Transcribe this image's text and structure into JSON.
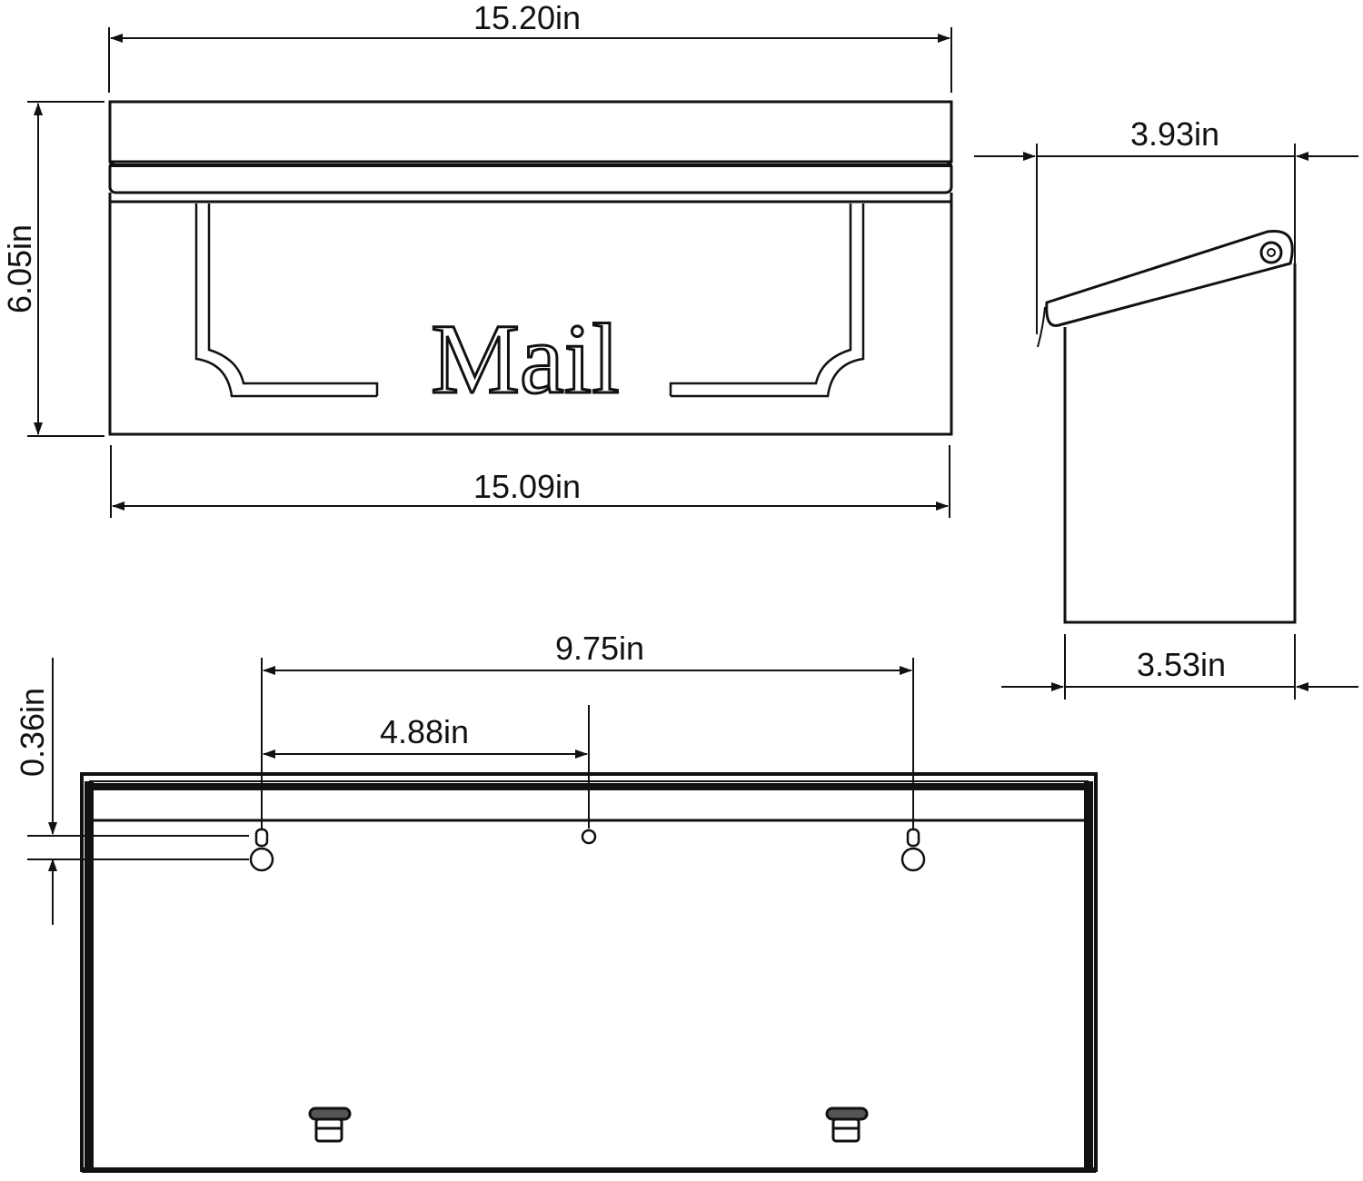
{
  "diagram": {
    "subject": "Wall-mounted mailbox dimension drawing",
    "colors": {
      "line": "#111111",
      "background": "#ffffff"
    },
    "front_view": {
      "label_text": "Mail",
      "dimensions": {
        "top_width": "15.20in",
        "height": "6.05in",
        "bottom_width": "15.09in"
      }
    },
    "side_view": {
      "dimensions": {
        "top_depth": "3.93in",
        "bottom_depth": "3.53in"
      }
    },
    "back_view": {
      "dimensions": {
        "keyhole_spacing": "9.75in",
        "center_offset": "4.88in",
        "keyhole_height": "0.36in"
      }
    }
  }
}
